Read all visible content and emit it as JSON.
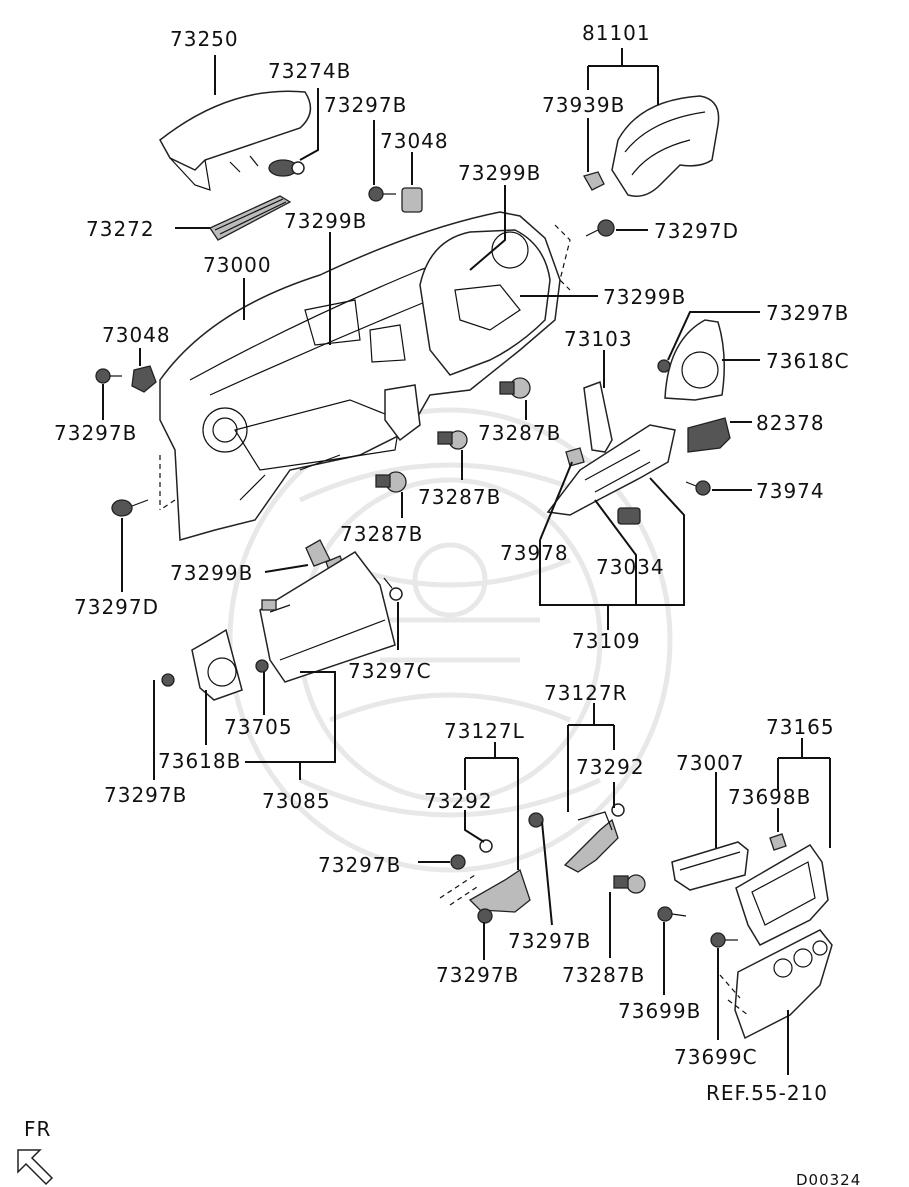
{
  "diagram_code": "D00324",
  "direction_label": "FR",
  "labels": {
    "p73250": "73250",
    "p73274B": "73274B",
    "p73297B_top": "73297B",
    "p73048_top": "73048",
    "p81101": "81101",
    "p73939B": "73939B",
    "p73299B_a": "73299B",
    "p73297D_top": "73297D",
    "p73272": "73272",
    "p73299B_b": "73299B",
    "p73000": "73000",
    "p73299B_c": "73299B",
    "p73048_left": "73048",
    "p73297B_right": "73297B",
    "p73103": "73103",
    "p73618C": "73618C",
    "p73297B_left": "73297B",
    "p73287B_a": "73287B",
    "p82378": "82378",
    "p73287B_b": "73287B",
    "p73974": "73974",
    "p73287B_c": "73287B",
    "p73978": "73978",
    "p73299B_d": "73299B",
    "p73034": "73034",
    "p73297D_left": "73297D",
    "p73109": "73109",
    "p73297C": "73297C",
    "p73127R": "73127R",
    "p73705": "73705",
    "p73127L": "73127L",
    "p73165": "73165",
    "p73618B": "73618B",
    "p73292_right": "73292",
    "p73007": "73007",
    "p73297B_lower_left": "73297B",
    "p73085": "73085",
    "p73292_left": "73292",
    "p73698B": "73698B",
    "p73297B_mid": "73297B",
    "p73297B_center": "73297B",
    "p73297B_bottom": "73297B",
    "p73287B_d": "73287B",
    "p73699B": "73699B",
    "p73699C": "73699C",
    "ref": "REF.55-210"
  }
}
